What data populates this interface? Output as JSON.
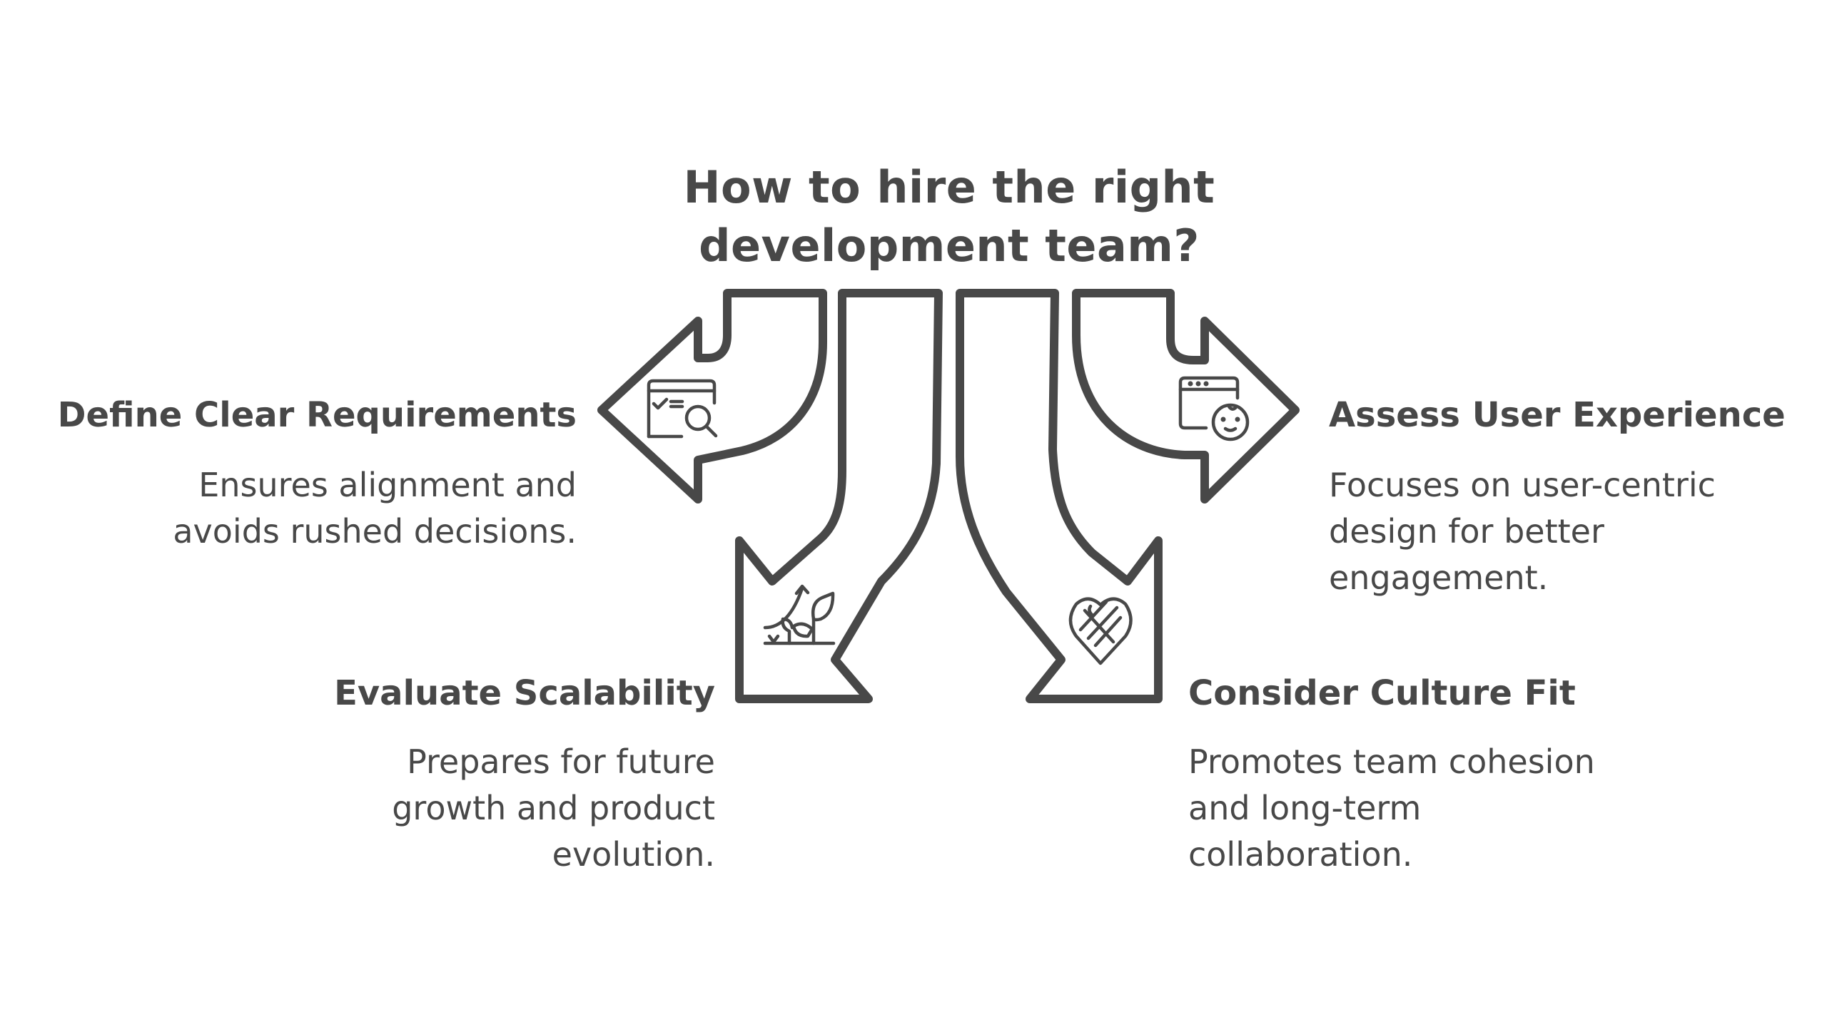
{
  "title": {
    "line1": "How to hire the right",
    "line2": "development team?"
  },
  "branches": [
    {
      "id": "define-clear-requirements",
      "heading": "Define Clear Requirements",
      "description": "Ensures alignment and\navoids rushed decisions.",
      "icon": "document-search-icon",
      "direction": "left"
    },
    {
      "id": "evaluate-scalability",
      "heading": "Evaluate Scalability",
      "description": "Prepares for future\ngrowth and product\nevolution.",
      "icon": "growth-plant-icon",
      "direction": "down-left"
    },
    {
      "id": "consider-culture-fit",
      "heading": "Consider Culture Fit",
      "description": "Promotes team cohesion\nand long-term\ncollaboration.",
      "icon": "woven-heart-icon",
      "direction": "down-right"
    },
    {
      "id": "assess-user-experience",
      "heading": "Assess User Experience",
      "description": "Focuses on user-centric\ndesign for better\nengagement.",
      "icon": "browser-smiley-icon",
      "direction": "right"
    }
  ],
  "colors": {
    "stroke": "#484848",
    "text": "#484848",
    "background": "#ffffff"
  }
}
